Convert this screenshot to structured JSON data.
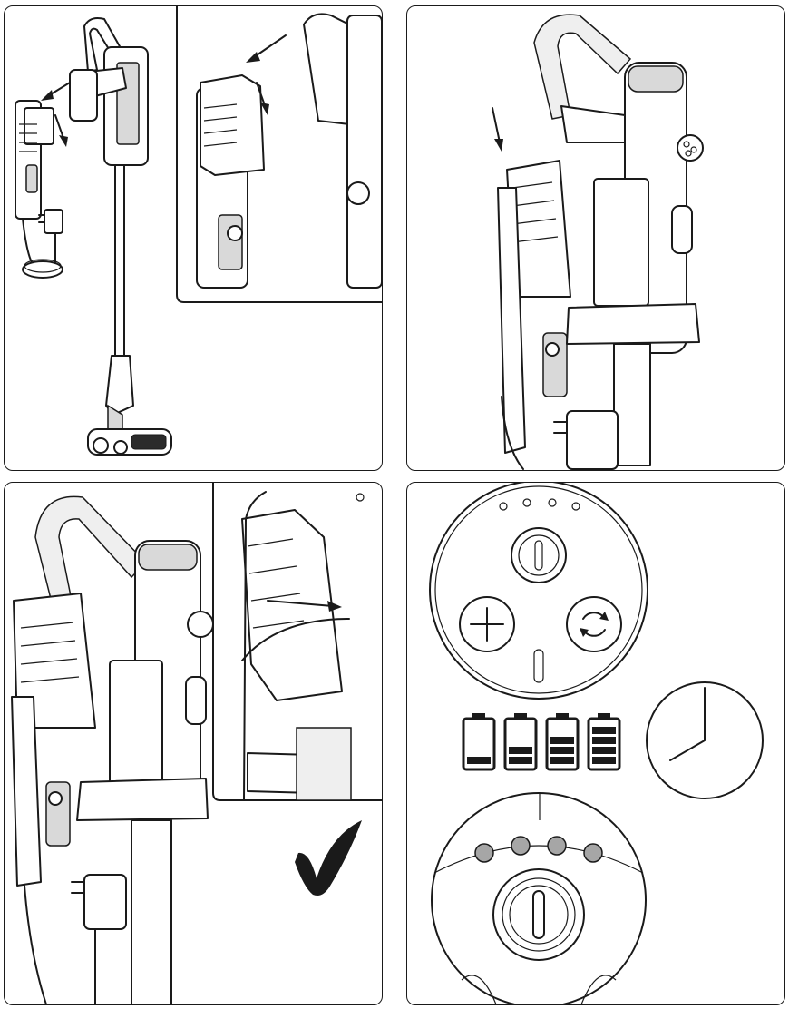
{
  "panels": [
    {
      "id": "panel-1",
      "content": "vacuum-assembly-charger-attach"
    },
    {
      "id": "panel-2",
      "content": "charger-dock-slide-down"
    },
    {
      "id": "panel-3",
      "content": "cable-route-confirm"
    },
    {
      "id": "panel-4",
      "content": "control-panel-charge-indicators"
    }
  ],
  "icons": {
    "check": "checkmark-icon",
    "clock": "clock-icon",
    "power": "power-button-icon",
    "plus": "plus-button-icon",
    "cycle": "cycle-button-icon"
  },
  "battery_levels": [
    0.25,
    0.5,
    0.75,
    1.0
  ],
  "led_count": 4,
  "colors": {
    "line": "#1a1a1a",
    "led_lit": "#a6a6a6",
    "fill_grey": "#d9d9d9"
  }
}
